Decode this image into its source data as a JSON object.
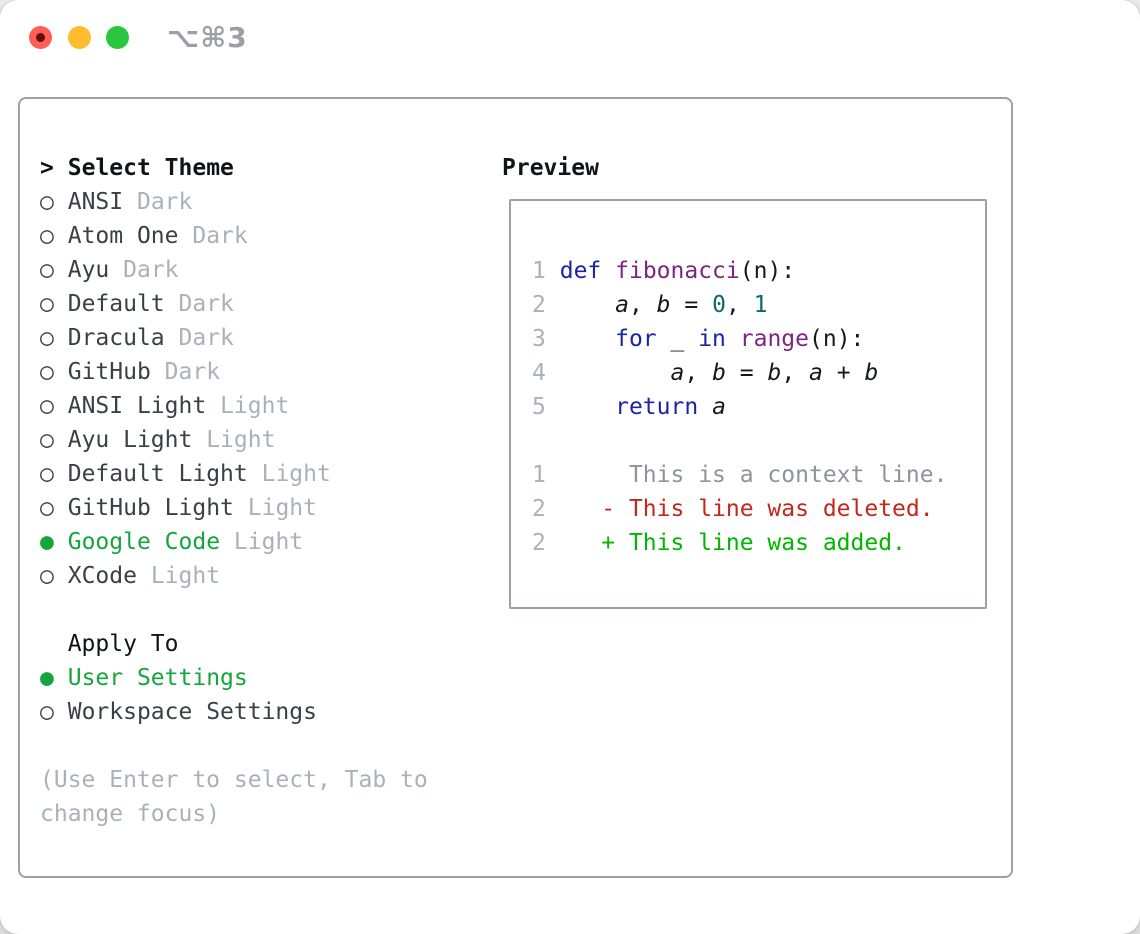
{
  "window": {
    "shortcut_label": "⌥⌘3",
    "traffic_lights": [
      "close",
      "minimize",
      "zoom"
    ]
  },
  "colors": {
    "panel_border": "#98a1ac",
    "selected_green": "#16a53c",
    "muted_gray": "#a9b1bb",
    "keyword_blue": "#1c23a6",
    "function_purple": "#7e2483",
    "literal_teal": "#0c6b6b",
    "diff_deleted_red": "#c3271c",
    "diff_added_green": "#01b501",
    "light_red": "#ff5e56",
    "light_yellow": "#febc2e",
    "light_green": "#28c73e"
  },
  "left_panel": {
    "title_prefix": ">",
    "title": "Select Theme",
    "themes": [
      {
        "name": "ANSI",
        "variant": "Dark",
        "selected": false
      },
      {
        "name": "Atom One",
        "variant": "Dark",
        "selected": false
      },
      {
        "name": "Ayu",
        "variant": "Dark",
        "selected": false
      },
      {
        "name": "Default",
        "variant": "Dark",
        "selected": false
      },
      {
        "name": "Dracula",
        "variant": "Dark",
        "selected": false
      },
      {
        "name": "GitHub",
        "variant": "Dark",
        "selected": false
      },
      {
        "name": "ANSI Light",
        "variant": "Light",
        "selected": false
      },
      {
        "name": "Ayu Light",
        "variant": "Light",
        "selected": false
      },
      {
        "name": "Default Light",
        "variant": "Light",
        "selected": false
      },
      {
        "name": "GitHub Light",
        "variant": "Light",
        "selected": false
      },
      {
        "name": "Google Code",
        "variant": "Light",
        "selected": true
      },
      {
        "name": "XCode",
        "variant": "Light",
        "selected": false
      }
    ],
    "markers": {
      "selected": "●",
      "unselected": "○"
    },
    "apply_to": {
      "title": "Apply To",
      "options": [
        {
          "name": "User Settings",
          "selected": true
        },
        {
          "name": "Workspace Settings",
          "selected": false
        }
      ]
    },
    "help_lines": [
      "(Use Enter to select, Tab to",
      "change focus)"
    ]
  },
  "preview": {
    "title": "Preview",
    "code_lines": [
      {
        "num": "1",
        "kind": "code",
        "tokens": [
          [
            "kw",
            "def"
          ],
          [
            "pln",
            " "
          ],
          [
            "fn",
            "fibonacci"
          ],
          [
            "pln",
            "(n):"
          ]
        ]
      },
      {
        "num": "2",
        "kind": "code",
        "tokens": [
          [
            "pln",
            "    "
          ],
          [
            "var",
            "a"
          ],
          [
            "pln",
            ", "
          ],
          [
            "var",
            "b"
          ],
          [
            "pln",
            " = "
          ],
          [
            "lit",
            "0"
          ],
          [
            "pln",
            ", "
          ],
          [
            "lit",
            "1"
          ]
        ]
      },
      {
        "num": "3",
        "kind": "code",
        "tokens": [
          [
            "pln",
            "    "
          ],
          [
            "kw",
            "for"
          ],
          [
            "pln",
            " _ "
          ],
          [
            "kw",
            "in"
          ],
          [
            "pln",
            " "
          ],
          [
            "fn",
            "range"
          ],
          [
            "pln",
            "(n):"
          ]
        ]
      },
      {
        "num": "4",
        "kind": "code",
        "tokens": [
          [
            "pln",
            "        "
          ],
          [
            "var",
            "a"
          ],
          [
            "pln",
            ", "
          ],
          [
            "var",
            "b"
          ],
          [
            "pln",
            " = "
          ],
          [
            "var",
            "b"
          ],
          [
            "pln",
            ", "
          ],
          [
            "var",
            "a"
          ],
          [
            "pln",
            " + "
          ],
          [
            "var",
            "b"
          ]
        ]
      },
      {
        "num": "5",
        "kind": "code",
        "tokens": [
          [
            "pln",
            "    "
          ],
          [
            "kw",
            "return"
          ],
          [
            "pln",
            " "
          ],
          [
            "var",
            "a"
          ]
        ]
      },
      {
        "num": "",
        "kind": "blank",
        "tokens": []
      },
      {
        "num": "1",
        "kind": "context",
        "tokens": [
          [
            "ctx",
            "     This is a context line."
          ]
        ]
      },
      {
        "num": "2",
        "kind": "deleted",
        "tokens": [
          [
            "del",
            "   - This line was deleted."
          ]
        ]
      },
      {
        "num": "2",
        "kind": "added",
        "tokens": [
          [
            "add",
            "   + This line was added."
          ]
        ]
      }
    ]
  }
}
